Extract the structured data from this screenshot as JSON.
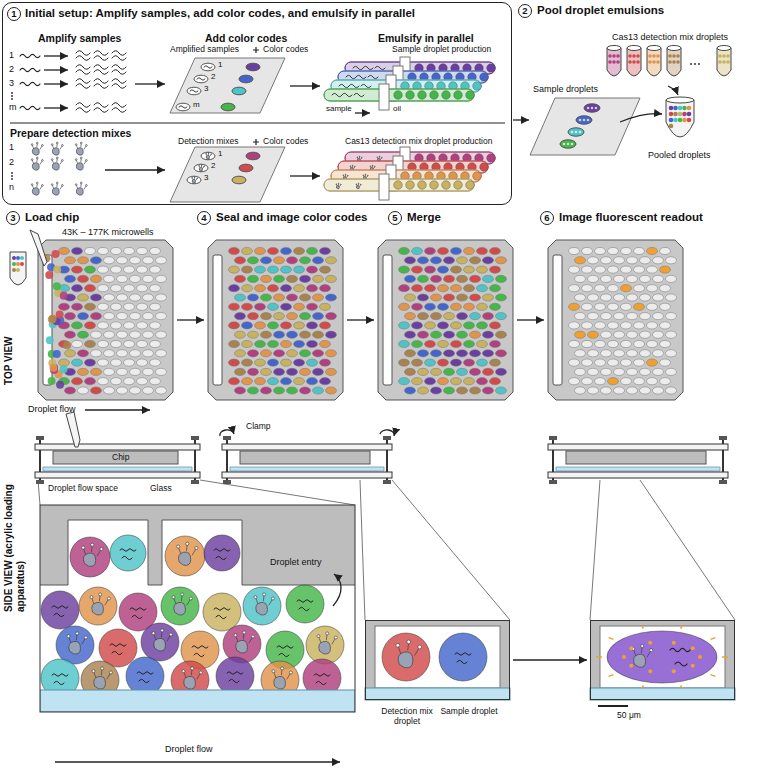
{
  "diagram": {
    "nodes": [
      {
        "text": [
          "Initial setup: Amplify samples, add color codes, and emulsify in parallel"
        ]
      },
      {
        "text": [
          "1"
        ],
        "in": 0
      },
      {
        "text": [
          "2",
          "Pool droplet emulsions"
        ]
      },
      {
        "text": [
          "3",
          "Load chip"
        ]
      },
      {
        "text": [
          "4",
          "Seal and image color codes"
        ]
      },
      {
        "text": [
          "5",
          "Merge"
        ]
      },
      {
        "text": [
          "6",
          "Image fluorescent readout"
        ]
      },
      {
        "text": [
          "Detection mix droplet",
          "Sample droplet"
        ]
      },
      {
        "text": [
          "50 μm"
        ]
      }
    ],
    "edges": [
      {
        "from": 7,
        "to": 8,
        "arrow": "to"
      }
    ],
    "labels": [
      "Amplify samples",
      "1",
      "2",
      "3",
      "m",
      "Add color codes",
      "Amplified samples",
      "Color codes",
      "1",
      "2",
      "3",
      "m",
      "Emulsify in parallel",
      "Sample droplet production",
      "sample",
      "oil",
      "Prepare detection mixes",
      "1",
      "2",
      "n",
      "Detection mixes",
      "Color codes",
      "1",
      "2",
      "3",
      "Cas13 detection mix droplet production",
      "Cas13 detection mix droplets",
      "Sample droplets",
      "Pooled droplets",
      "43K – 177K microwells",
      "Droplet flow",
      "TOP VIEW",
      "SIDE VIEW (acrylic loading apparatus)",
      "Chip",
      "Droplet flow space",
      "Glass",
      "Clamp",
      "Droplet entry",
      "Droplet flow"
    ]
  }
}
